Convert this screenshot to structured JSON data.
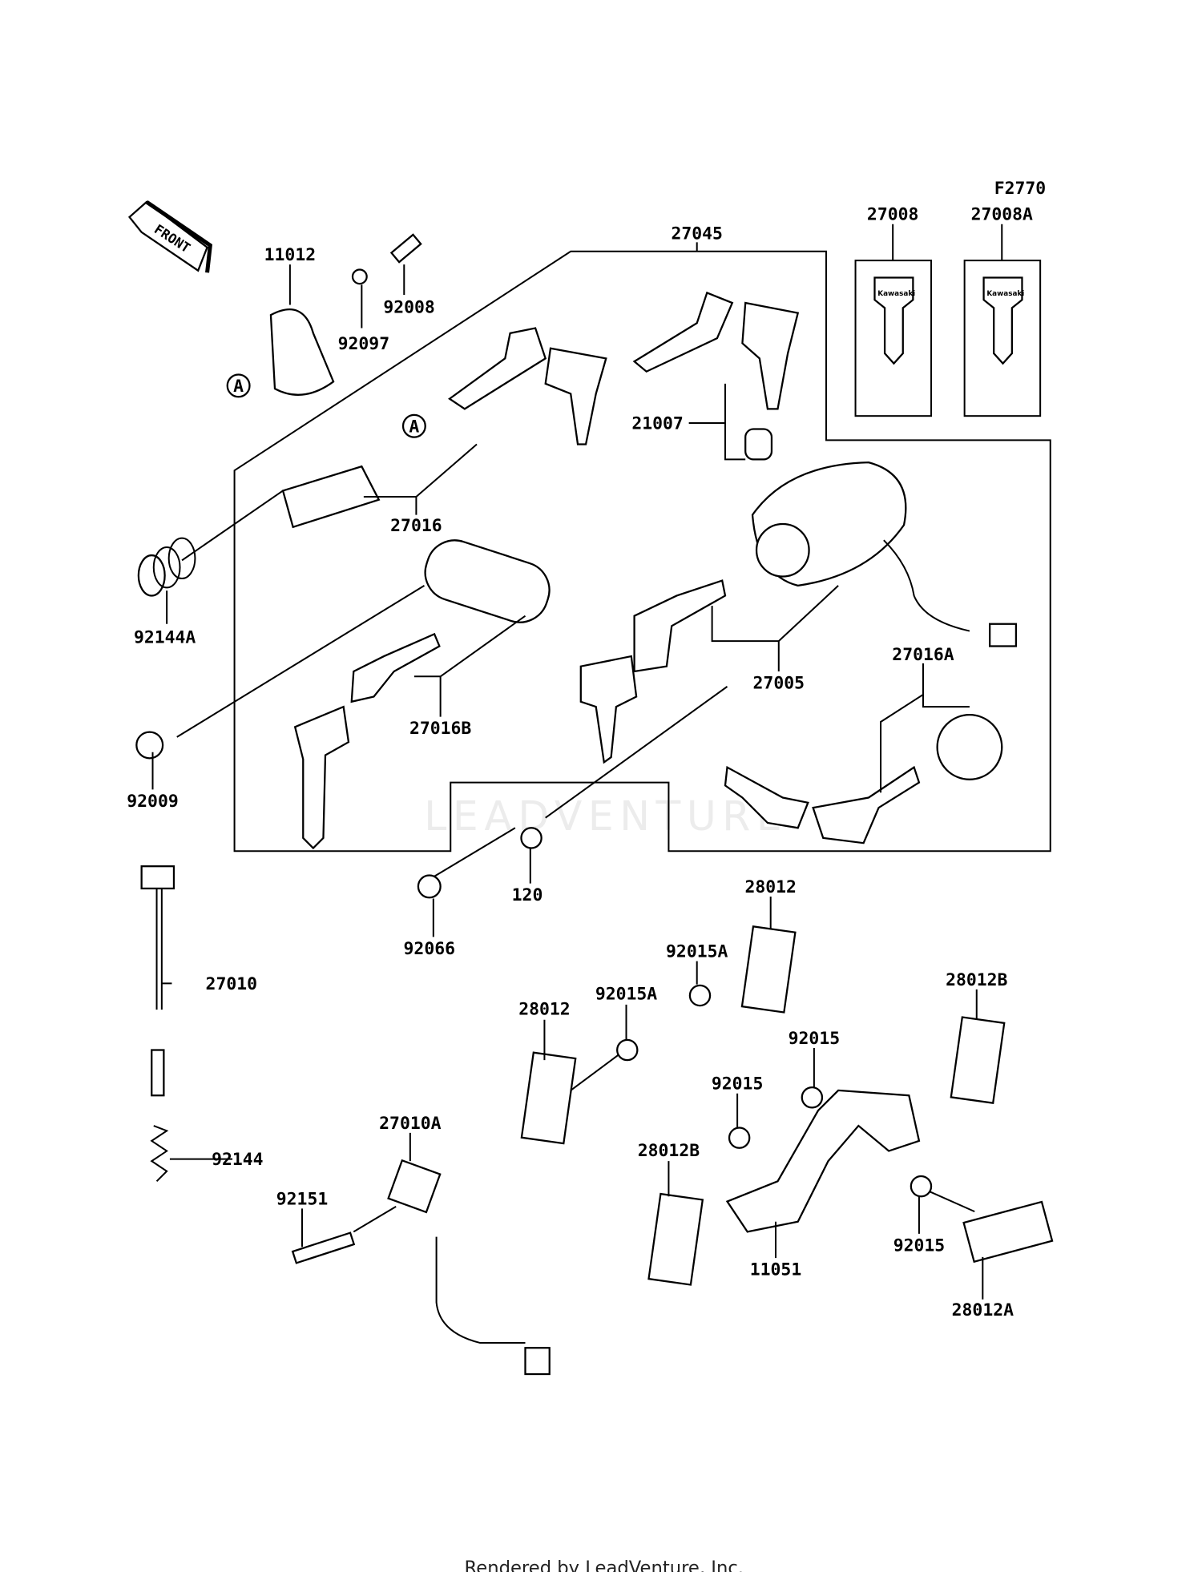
{
  "diagram_code": "F2770",
  "front_label": "FRONT",
  "ref_marker": "A",
  "watermark": "LEADVENTURE",
  "footer": "Rendered by LeadVenture, Inc.",
  "key_brand": "Kawasaki",
  "labels": [
    "27008",
    "27008A",
    "27045",
    "11012",
    "92008",
    "92097",
    "21007",
    "27016",
    "92144A",
    "27005",
    "27016A",
    "27016B",
    "92009",
    "120",
    "28012",
    "92066",
    "27010",
    "92015A",
    "92015A",
    "28012",
    "28012B",
    "92015",
    "92015",
    "27010A",
    "92144",
    "92151",
    "28012B",
    "11051",
    "92015",
    "28012A"
  ]
}
